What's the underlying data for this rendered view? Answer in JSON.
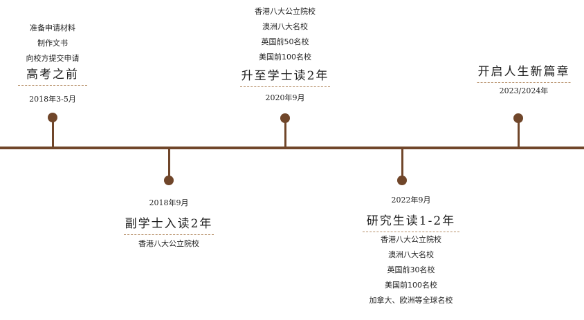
{
  "milestones": [
    {
      "date": "2018年3-5月",
      "heading": "高考之前",
      "items": [
        "准备申请材料",
        "制作文书",
        "向校方提交申请"
      ]
    },
    {
      "date": "2018年9月",
      "heading": "副学士入读2年",
      "items": [
        "香港八大公立院校"
      ]
    },
    {
      "date": "2020年9月",
      "heading": "升至学士读2年",
      "items": [
        "香港八大公立院校",
        "澳洲八大名校",
        "英国前50名校",
        "美国前100名校"
      ]
    },
    {
      "date": "2022年9月",
      "heading": "研究生读1-2年",
      "items": [
        "香港八大公立院校",
        "澳洲八大名校",
        "英国前30名校",
        "美国前100名校",
        "加拿大、欧洲等全球名校"
      ]
    },
    {
      "date": "2023/2024年",
      "heading": "开启人生新篇章",
      "items": []
    }
  ],
  "colors": {
    "axis": "#70462a",
    "dash": "#b48c64",
    "text": "#1e1e1e"
  }
}
